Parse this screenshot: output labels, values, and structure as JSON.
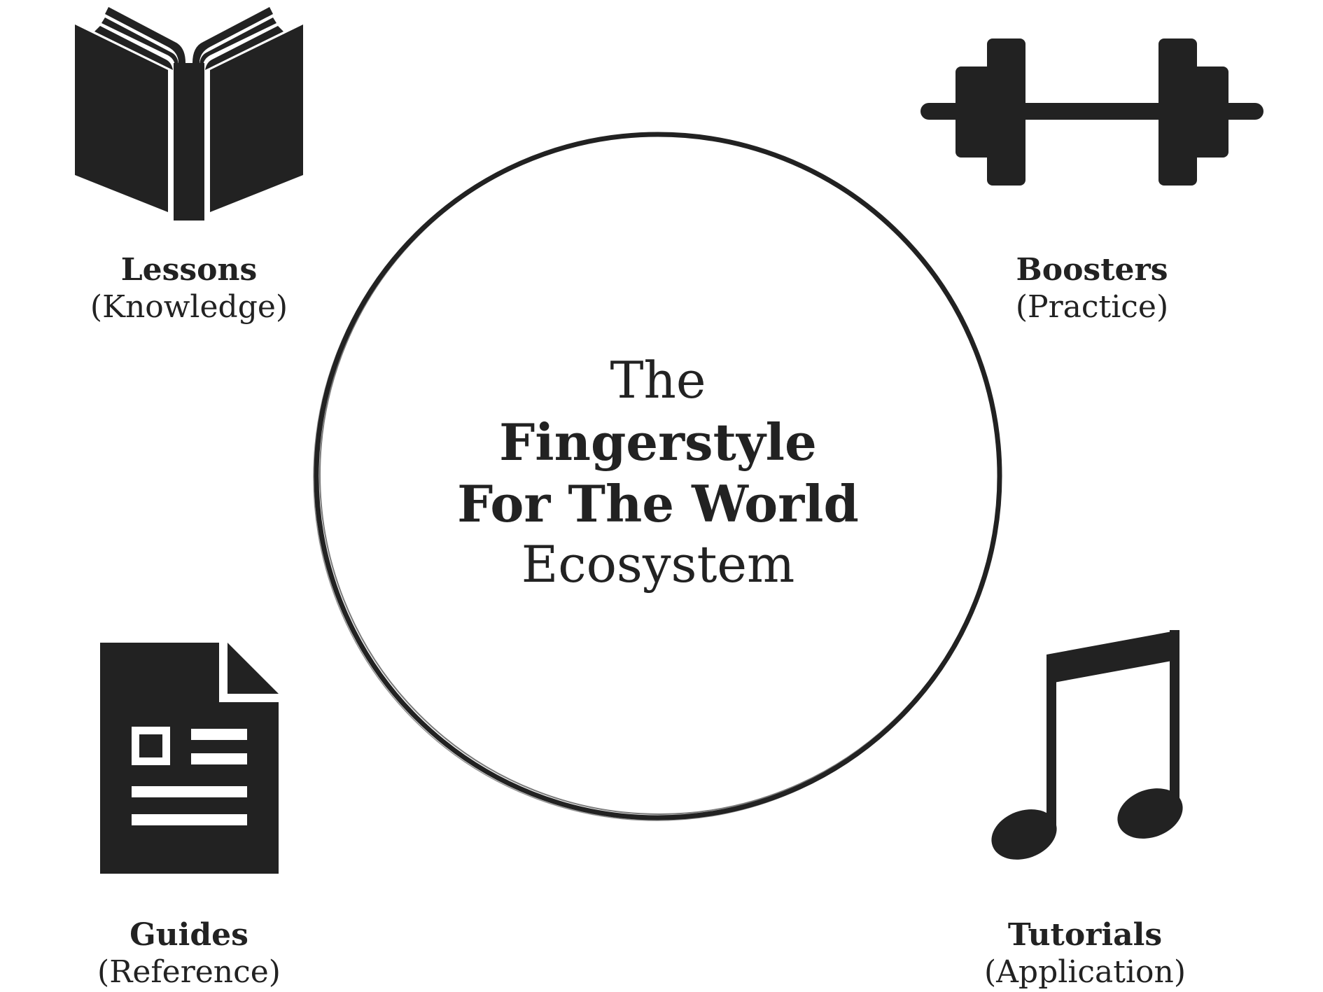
{
  "center": {
    "line1": "The",
    "line2": "Fingerstyle",
    "line3": "For The World",
    "line4": "Ecosystem"
  },
  "nodes": {
    "lessons": {
      "title": "Lessons",
      "subtitle": "(Knowledge)",
      "icon": "book-icon"
    },
    "boosters": {
      "title": "Boosters",
      "subtitle": "(Practice)",
      "icon": "dumbbell-icon"
    },
    "guides": {
      "title": "Guides",
      "subtitle": "(Reference)",
      "icon": "document-icon"
    },
    "tutorials": {
      "title": "Tutorials",
      "subtitle": "(Application)",
      "icon": "music-note-icon"
    }
  },
  "colors": {
    "ink": "#222222",
    "background": "#ffffff"
  }
}
